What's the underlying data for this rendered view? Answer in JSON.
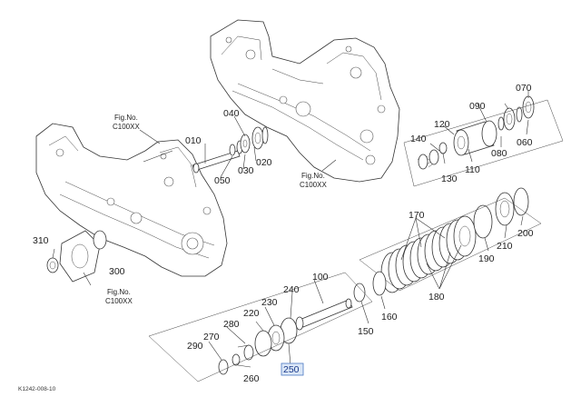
{
  "callouts": {
    "p010": "010",
    "p020": "020",
    "p030": "030",
    "p040": "040",
    "p050": "050",
    "p060": "060",
    "p070": "070",
    "p080": "080",
    "p090": "090",
    "p100": "100",
    "p110": "110",
    "p120": "120",
    "p130": "130",
    "p140": "140",
    "p150": "150",
    "p160": "160",
    "p170": "170",
    "p180": "180",
    "p190": "190",
    "p200": "200",
    "p210": "210",
    "p220": "220",
    "p230": "230",
    "p240": "240",
    "p250": "250",
    "p260": "260",
    "p270": "270",
    "p280": "280",
    "p290": "290",
    "p300": "300",
    "p310": "310"
  },
  "fig_refs": [
    {
      "line1": "Fig.No.",
      "line2": "C100XX"
    },
    {
      "line1": "Fig.No.",
      "line2": "C100XX"
    },
    {
      "line1": "Fig.No.",
      "line2": "C100XX"
    }
  ],
  "diagram_code": "K1242-008-10",
  "selected_callout": "250",
  "colors": {
    "selected_fill": "#dbe7f7",
    "selected_border": "#4a78c2",
    "line": "#333333"
  }
}
